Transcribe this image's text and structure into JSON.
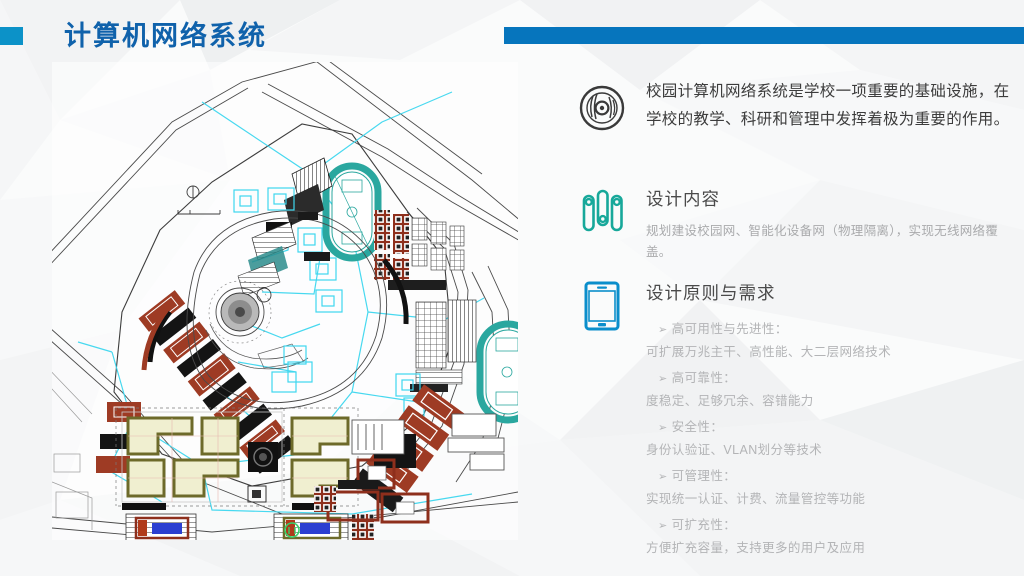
{
  "header": {
    "title": "计算机网络系统",
    "accent_blue": "#0675bd",
    "square_blue": "#0c92c8",
    "title_color": "#1062ab"
  },
  "map": {
    "alt": "校园总平面图（网络布线示意）",
    "legend_note": "",
    "colors": {
      "building_red": "#9e3b24",
      "building_black": "#1a1a1a",
      "track_teal": "#2aa79f",
      "network_cyan": "#35d6ef",
      "line_gray": "#555555"
    }
  },
  "intro": {
    "icon": "disc-icon",
    "icon_color": "#3a3a3a",
    "text": "校园计算机网络系统是学校一项重要的基础设施，在学校的教学、科研和管理中发挥着极为重要的作用。"
  },
  "section_design": {
    "icon": "sliders-icon",
    "icon_color": "#17a89a",
    "title": "设计内容",
    "text": "规划建设校园网、智能化设备网（物理隔离），实现无线网络覆盖。"
  },
  "section_principles": {
    "icon": "smartphone-icon",
    "icon_color": "#0a8ecb",
    "title": "设计原则与需求",
    "bullet_marker": "➢",
    "items": [
      {
        "head": "高可用性与先进性：",
        "body": "可扩展万兆主干、高性能、大二层网络技术"
      },
      {
        "head": "高可靠性：",
        "body": "度稳定、足够冗余、容错能力"
      },
      {
        "head": "安全性：",
        "body": "身份认验证、VLAN划分等技术"
      },
      {
        "head": "可管理性：",
        "body": "实现统一认证、计费、流量管控等功能"
      },
      {
        "head": "可扩充性：",
        "body": "方便扩充容量，支持更多的用户及应用"
      }
    ]
  }
}
